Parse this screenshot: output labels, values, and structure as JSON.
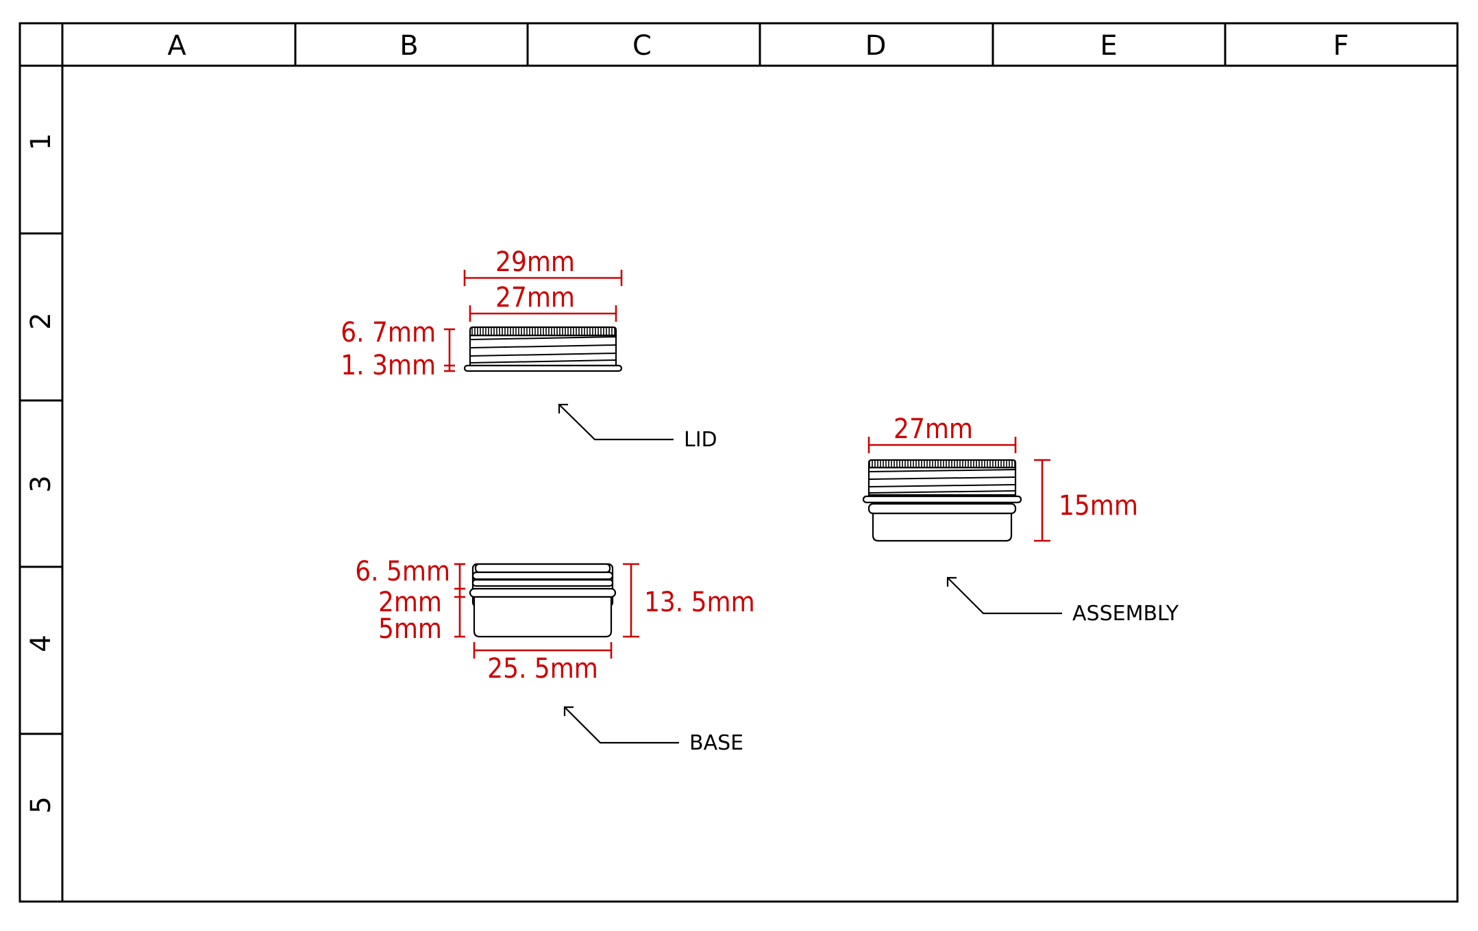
{
  "grid": {
    "columns": [
      "A",
      "B",
      "C",
      "D",
      "E",
      "F"
    ],
    "rows": [
      "1",
      "2",
      "3",
      "4",
      "5"
    ]
  },
  "colors": {
    "dimension": "#cc0000",
    "line": "#000000",
    "background": "#ffffff"
  },
  "parts": {
    "lid": {
      "label": "LID",
      "dim_outer_width": "29mm",
      "dim_inner_width": "27mm",
      "dim_height": "6. 7mm",
      "dim_flange": "1. 3mm"
    },
    "base": {
      "label": "BASE",
      "dim_thread": "6. 5mm",
      "dim_band": "2mm",
      "dim_body": "5mm",
      "dim_total_height": "13. 5mm",
      "dim_width": "25. 5mm"
    },
    "assembly": {
      "label": "ASSEMBLY",
      "dim_width": "27mm",
      "dim_height": "15mm"
    }
  }
}
